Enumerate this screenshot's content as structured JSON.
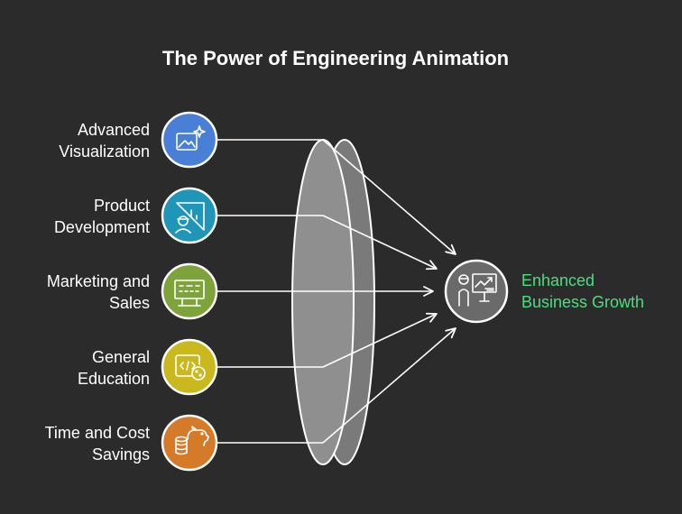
{
  "title": "The Power of Engineering Animation",
  "inputs": [
    {
      "line1": "Advanced",
      "line2": "Visualization",
      "color": "#4a7fd8",
      "icon": "image-sparkle-icon"
    },
    {
      "line1": "Product",
      "line2": "Development",
      "color": "#1f95b8",
      "icon": "engineer-ruler-icon"
    },
    {
      "line1": "Marketing and",
      "line2": "Sales",
      "color": "#7ea33a",
      "icon": "billboard-icon"
    },
    {
      "line1": "General",
      "line2": "Education",
      "color": "#c9b81e",
      "icon": "code-cookie-icon"
    },
    {
      "line1": "Time and Cost",
      "line2": "Savings",
      "color": "#d47a28",
      "icon": "piggy-bank-coins-icon"
    }
  ],
  "output": {
    "line1": "Enhanced",
    "line2": "Business Growth",
    "color": "#4ade80",
    "circle_color": "#6a6a6a",
    "icon": "presenter-chart-icon"
  }
}
